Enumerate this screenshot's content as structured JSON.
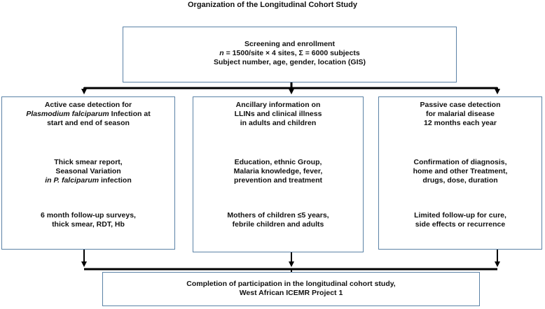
{
  "title": "Organization of the Longitudinal Cohort Study",
  "screening": {
    "line1": "Screening and enrollment",
    "line2_n": "n",
    "line2_rest": " = 1500/site × 4 sites, Σ = 6000 subjects",
    "line3": "Subject number, age, gender, location (GIS)"
  },
  "active": {
    "h1": "Active case detection for",
    "h2_italic": "Plasmodium falciparum",
    "h2_rest": " Infection at",
    "h3": "start and end of season",
    "m1": "Thick smear report,",
    "m2": "Seasonal Variation",
    "m3_italic": "in P. falciparum",
    "m3_rest": " infection",
    "b1": "6 month follow-up surveys,",
    "b2": "thick smear, RDT, Hb"
  },
  "ancillary": {
    "h1": "Ancillary information on",
    "h2": "LLINs and clinical illness",
    "h3": "in adults and children",
    "m1": "Education, ethnic Group,",
    "m2": "Malaria knowledge, fever,",
    "m3": "prevention and treatment",
    "b1": "Mothers of children ≤5 years,",
    "b2": "febrile children and adults"
  },
  "passive": {
    "h1": "Passive case detection",
    "h2": "for malarial disease",
    "h3": "12 months each year",
    "m1": "Confirmation of diagnosis,",
    "m2": "home and other Treatment,",
    "m3": "drugs, dose, duration",
    "b1": "Limited follow-up for cure,",
    "b2": "side effects or recurrence"
  },
  "completion": {
    "line1": "Completion of participation in the longitudinal cohort study,",
    "line2": "West African ICEMR Project 1"
  },
  "colors": {
    "box_border": "#5b82a6",
    "connector": "#000000",
    "text": "#111111"
  }
}
